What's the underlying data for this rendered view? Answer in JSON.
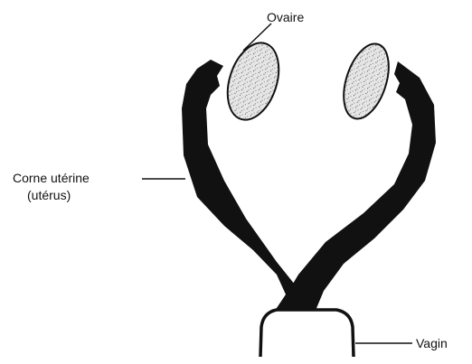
{
  "labels": {
    "ovary": "Ovaire",
    "horn_line1": "Corne utérine",
    "horn_line2": "(utérus)",
    "vagina": "Vagin"
  },
  "colors": {
    "ink": "#111111",
    "ovary_fill": "#e6e6e6",
    "background": "#ffffff"
  }
}
